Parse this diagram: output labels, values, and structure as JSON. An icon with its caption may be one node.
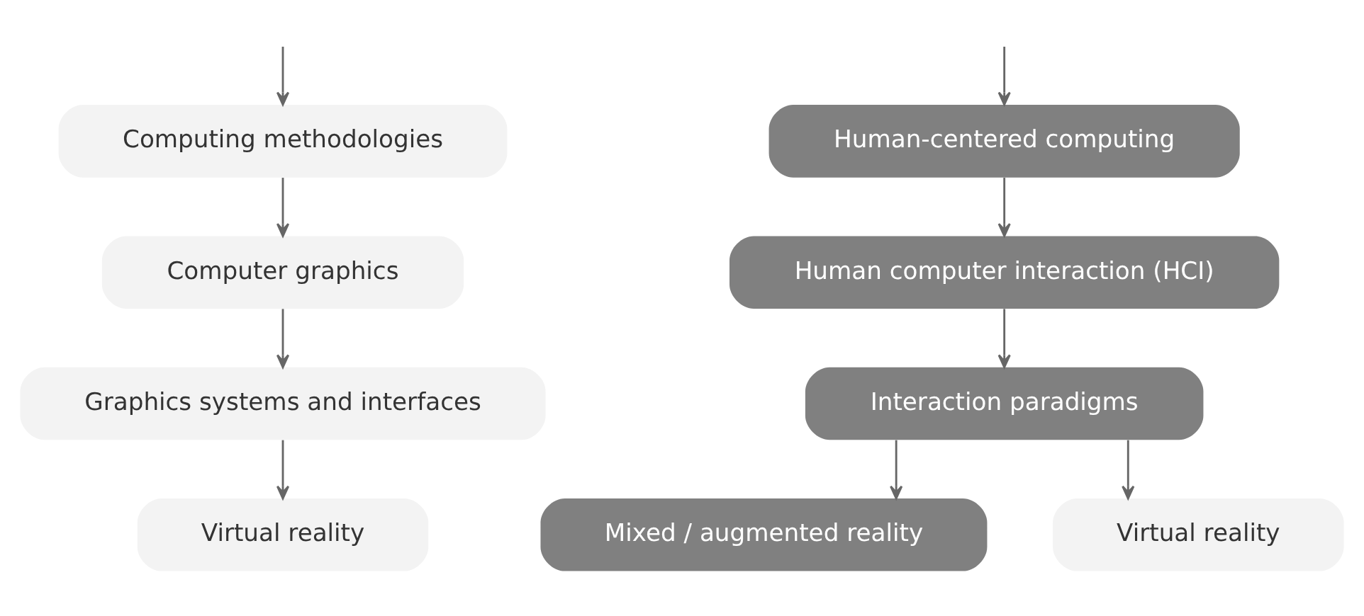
{
  "diagram": {
    "nodes": [
      {
        "text": [
          "Computing methodologies"
        ]
      },
      {
        "text": [
          "Computer graphics"
        ]
      },
      {
        "text": [
          "Graphics systems and interfaces"
        ]
      },
      {
        "text": [
          "Virtual reality"
        ]
      },
      {
        "text": [
          "Human-centered computing"
        ]
      },
      {
        "text": [
          "Human computer interaction (HCI)"
        ]
      },
      {
        "text": [
          "Interaction paradigms"
        ]
      },
      {
        "text": [
          "Mixed / augmented reality"
        ]
      },
      {
        "text": [
          "Virtual reality"
        ]
      }
    ],
    "edges": [
      {
        "from": null,
        "to": 0,
        "arrow": "to"
      },
      {
        "from": null,
        "to": 4,
        "arrow": "to"
      },
      {
        "from": 0,
        "to": 1,
        "arrow": "to"
      },
      {
        "from": 1,
        "to": 2,
        "arrow": "to"
      },
      {
        "from": 2,
        "to": 3,
        "arrow": "to"
      },
      {
        "from": 4,
        "to": 5,
        "arrow": "to"
      },
      {
        "from": 5,
        "to": 6,
        "arrow": "to"
      },
      {
        "from": 6,
        "to": 7,
        "arrow": "to"
      },
      {
        "from": 6,
        "to": 8,
        "arrow": "to"
      }
    ]
  }
}
